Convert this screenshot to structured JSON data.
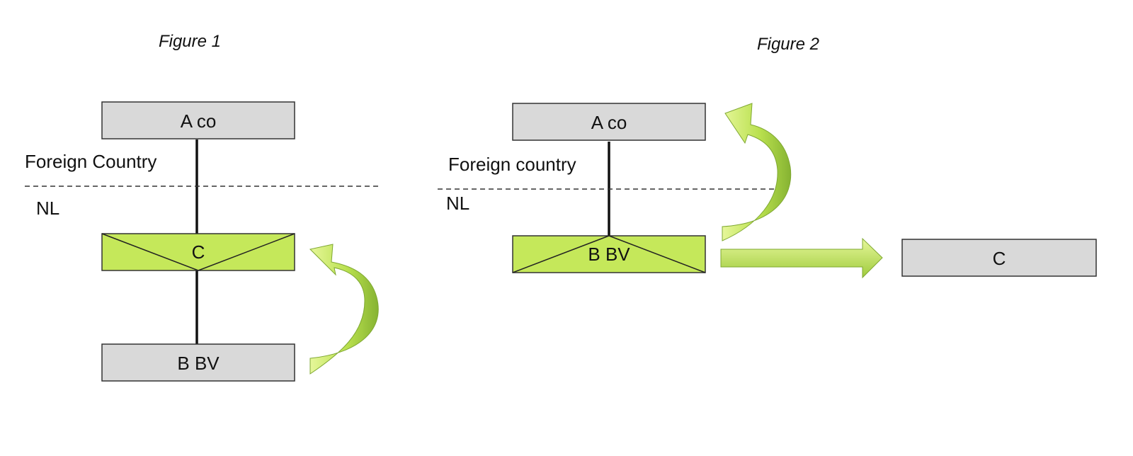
{
  "figure1": {
    "title": "Figure 1",
    "region_top": "Foreign Country",
    "region_bottom": "NL",
    "boxes": {
      "top": "A co",
      "middle": "C",
      "bottom": "B BV"
    }
  },
  "figure2": {
    "title": "Figure 2",
    "region_top": "Foreign country",
    "region_bottom": "NL",
    "boxes": {
      "top": "A co",
      "middle": "B BV",
      "right": "C"
    }
  },
  "colors": {
    "grey_box": "#d9d9d9",
    "green_box": "#c5e85a",
    "arrow_light": "#d8f27a",
    "arrow_dark": "#8fbf38"
  }
}
